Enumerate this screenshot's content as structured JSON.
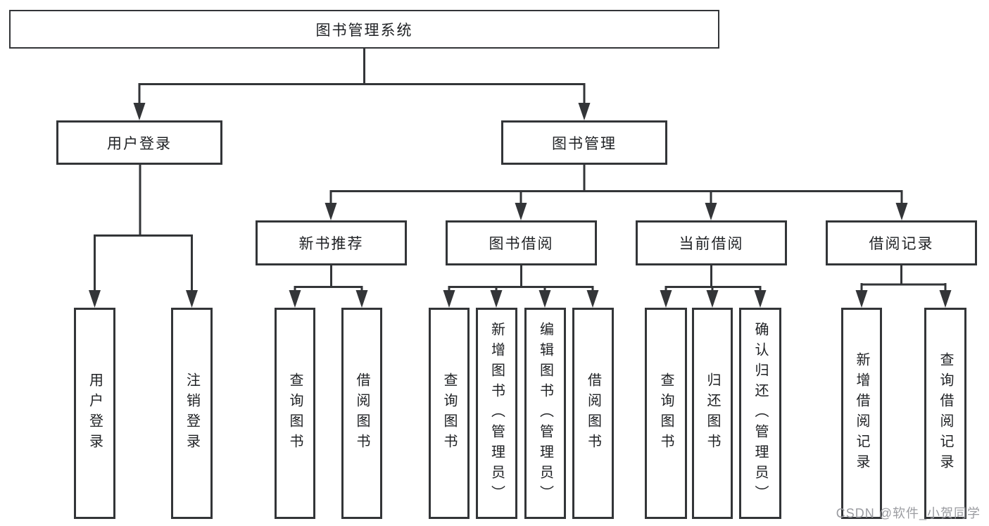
{
  "diagram_type": "hierarchy",
  "colors": {
    "background": "#ffffff",
    "box_border": "#333538",
    "connector": "#333538",
    "text": "#1f2124",
    "watermark_text": "#9b9ca1"
  },
  "tree": {
    "label": "图书管理系统",
    "children": [
      {
        "label": "用户登录",
        "children": [
          {
            "label": "用户登录"
          },
          {
            "label": "注销登录"
          }
        ]
      },
      {
        "label": "图书管理",
        "children": [
          {
            "label": "新书推荐",
            "children": [
              {
                "label": "查询图书"
              },
              {
                "label": "借阅图书"
              }
            ]
          },
          {
            "label": "图书借阅",
            "children": [
              {
                "label": "查询图书"
              },
              {
                "label": "新增图书（管理员）"
              },
              {
                "label": "编辑图书（管理员）"
              },
              {
                "label": "借阅图书"
              }
            ]
          },
          {
            "label": "当前借阅",
            "children": [
              {
                "label": "查询图书"
              },
              {
                "label": "归还图书"
              },
              {
                "label": "确认归还（管理员）"
              }
            ]
          },
          {
            "label": "借阅记录",
            "children": [
              {
                "label": "新增借阅记录"
              },
              {
                "label": "查询借阅记录"
              }
            ]
          }
        ]
      }
    ]
  },
  "watermark": {
    "text": "CSDN @软件_小贺同学"
  }
}
